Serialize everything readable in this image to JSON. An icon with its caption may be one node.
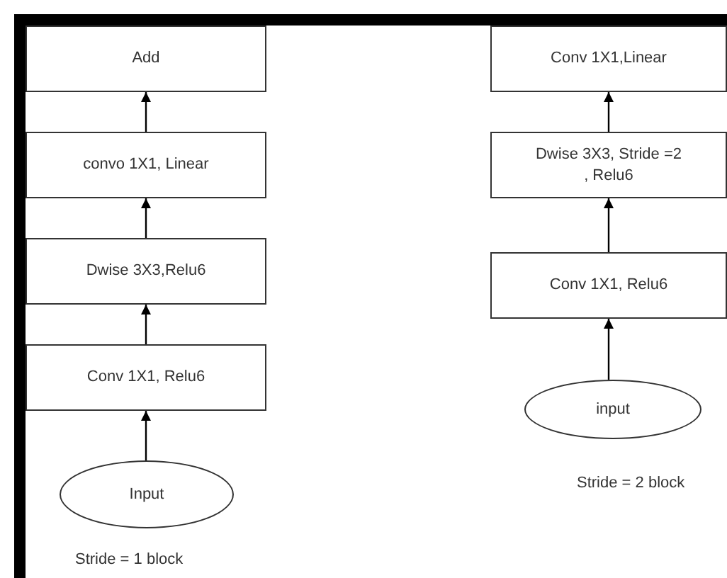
{
  "diagram": {
    "nodes": [
      {
        "text": [
          "Add"
        ]
      },
      {
        "text": [
          "convo 1X1, Linear"
        ]
      },
      {
        "text": [
          "Dwise 3X3,Relu6"
        ]
      },
      {
        "text": [
          "Conv 1X1, Relu6"
        ]
      },
      {
        "text": [
          "Input"
        ]
      },
      {
        "text": [
          "Conv 1X1,Linear"
        ]
      },
      {
        "text": [
          "Dwise 3X3, Stride =2 , Relu6"
        ]
      },
      {
        "text": [
          "Conv 1X1, Relu6"
        ]
      },
      {
        "text": [
          "input"
        ]
      }
    ],
    "edges": [
      {
        "from": 4,
        "to": 3,
        "arrow": "to"
      },
      {
        "from": 3,
        "to": 2,
        "arrow": "to"
      },
      {
        "from": 2,
        "to": 1,
        "arrow": "to"
      },
      {
        "from": 1,
        "to": 0,
        "arrow": "to"
      },
      {
        "from": 8,
        "to": 7,
        "arrow": "to"
      },
      {
        "from": 7,
        "to": 6,
        "arrow": "to"
      },
      {
        "from": 6,
        "to": 5,
        "arrow": "to"
      }
    ],
    "labels": [
      "Stride = 1 block",
      "Stride = 2 block"
    ]
  }
}
